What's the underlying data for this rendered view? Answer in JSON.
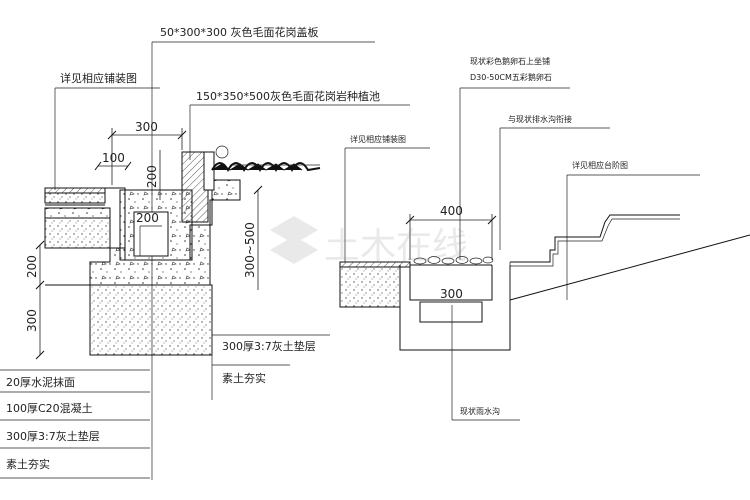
{
  "left_section": {
    "callouts": {
      "cover_slab": "50*300*300 灰色毛面花岗盖板",
      "planter_stone": "150*350*500灰色毛面花岗岩种植池",
      "detail_ref": "详见相应铺装图"
    },
    "dimensions": {
      "w300": "300",
      "w100": "100",
      "h200_top": "200",
      "w200": "200",
      "h300_500": "300~500",
      "h200_left": "200",
      "h300_left": "300"
    },
    "layers_right": [
      "300厚3:7灰土垫层",
      "素土夯实"
    ],
    "layer_legend": [
      "20厚水泥抹面",
      "100厚C20混凝土",
      "300厚3:7灰土垫层",
      "素土夯实"
    ]
  },
  "right_section": {
    "callouts": {
      "pebble": "现状彩色鹅卵石上坐铺",
      "pebble_size": "D30-50CM五彩鹅卵石",
      "drain_link": "与现状排水沟衔接",
      "detail_ref": "详见相应铺装图",
      "step_ref": "详见相应台阶图",
      "drain": "现状雨水沟"
    },
    "dimensions": {
      "w400": "400",
      "w300": "300"
    }
  },
  "watermark": "土木在线"
}
